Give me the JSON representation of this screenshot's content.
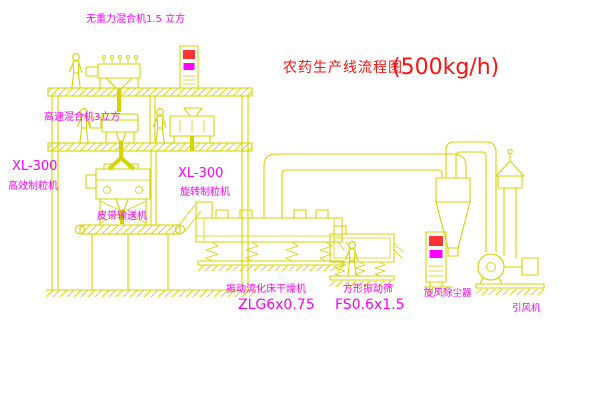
{
  "title": {
    "name": "农药生产线流程图",
    "capacity": "(500kg/h)"
  },
  "labels": {
    "gravity_mixer": "无重力混合机1.5 立方",
    "high_speed_mixer": "高速混合机3立方",
    "granulator_left_model": "XL-300",
    "granulator_left_name": "高效制粒机",
    "granulator_right_model": "XL-300",
    "granulator_right_name": "旋转制粒机",
    "belt_conveyor": "皮带输送机",
    "dryer_name": "振动流化床干燥机",
    "dryer_model": "ZLG6x0.75",
    "sieve_name": "方形振动筛",
    "sieve_model": "FS0.6x1.5",
    "cyclone": "旋风除尘器",
    "fan": "引风机"
  },
  "colors": {
    "background": "#ffffff",
    "drawing_line": "#d4d400",
    "label": "#ff00ff",
    "title": "#ff1111",
    "panel_screen": "#ff3333",
    "panel_accent": "#ff00ff"
  }
}
